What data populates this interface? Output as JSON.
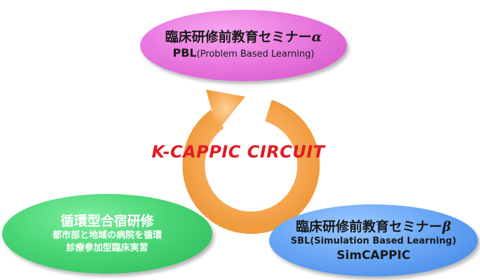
{
  "colors": {
    "top_node": "#ea7ae0",
    "left_node": "#4ad676",
    "right_node": "#6aa8f6",
    "cycle_arrow": "#f7ae5a",
    "center_text": "#e31b24"
  },
  "center": {
    "title": "K-CAPPIC CIRCUIT"
  },
  "nodes": {
    "top": {
      "title": "臨床研修前教育セミナー",
      "greek": "α",
      "abbr": "PBL",
      "full": "(Problem Based Learning)"
    },
    "left": {
      "title": "循環型合宿研修",
      "line1": "都市部と地域の病院を循環",
      "line2": "診療参加型臨床実習"
    },
    "right": {
      "title": "臨床研修前教育セミナー",
      "greek": "β",
      "line1": "SBL(Simulation Based Learning)",
      "line2": "SimCAPPIC"
    }
  }
}
